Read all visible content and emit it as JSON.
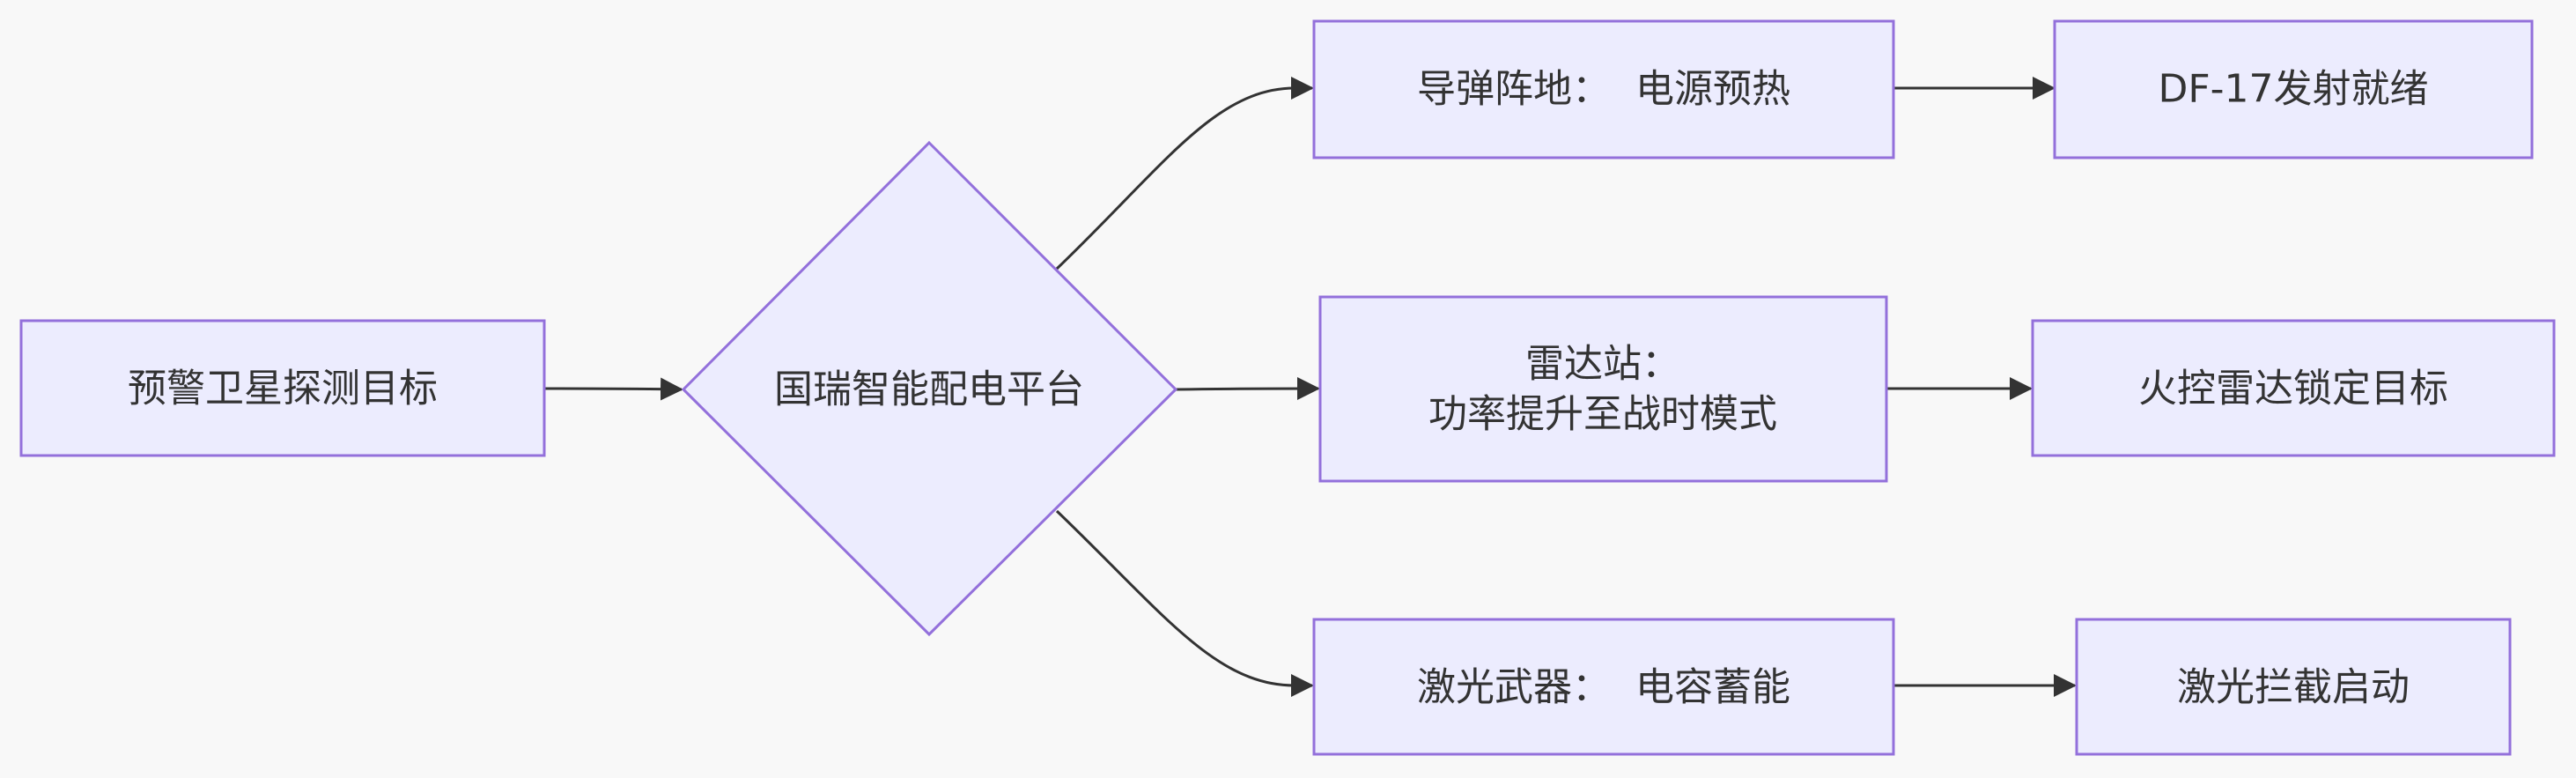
{
  "nodes": {
    "satellite": "预警卫星探测目标",
    "platform": "国瑞智能配电平台",
    "missile_site": "导弹阵地：  电源预热",
    "df17": "DF-17发射就绪",
    "radar_station_line1": "雷达站：",
    "radar_station_line2": "功率提升至战时模式",
    "fire_radar": "火控雷达锁定目标",
    "laser_weapon": "激光武器：  电容蓄能",
    "laser_intercept": "激光拦截启动"
  },
  "colors": {
    "background": "#f8f8f8",
    "node_fill": "#ececfe",
    "node_border": "#9370db",
    "edge": "#333333",
    "text": "#333333"
  }
}
